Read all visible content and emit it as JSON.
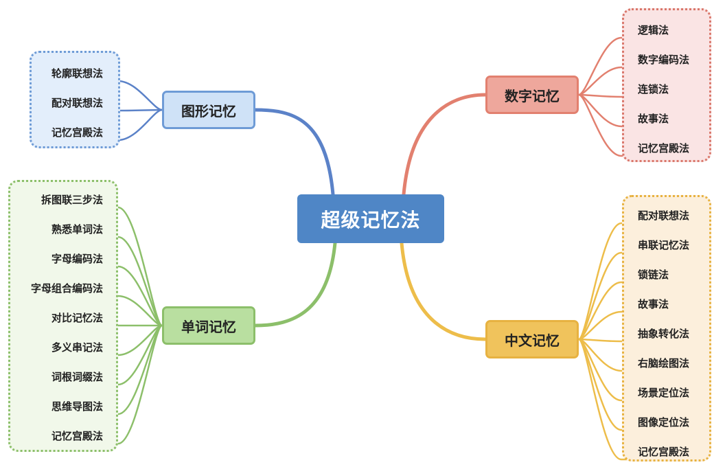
{
  "root": {
    "label": "超级记忆法"
  },
  "colors": {
    "root": "#4f86c6",
    "graphic": {
      "line": "#5b82c8",
      "fill": "#cfe2f7",
      "border": "#6e9bd6",
      "panel": "#e3eefb",
      "panel_border": "#6e9bd6"
    },
    "word": {
      "line": "#8cbf6a",
      "fill": "#b9dfa0",
      "border": "#8cbf6a",
      "panel": "#f1f8ea",
      "panel_border": "#8cbf6a"
    },
    "number": {
      "line": "#e2806f",
      "fill": "#eea79c",
      "border": "#e2806f",
      "panel": "#fae4e4",
      "panel_border": "#d9776b"
    },
    "chinese": {
      "line": "#edbd4a",
      "fill": "#f0c35c",
      "border": "#e7b241",
      "panel": "#fcefdc",
      "panel_border": "#e7b241"
    }
  },
  "branches": [
    {
      "key": "graphic",
      "label": "图形记忆",
      "side": "left",
      "items": [
        "轮廓联想法",
        "配对联想法",
        "记忆宫殿法"
      ]
    },
    {
      "key": "word",
      "label": "单词记忆",
      "side": "left",
      "items": [
        "拆图联三步法",
        "熟悉单词法",
        "字母编码法",
        "字母组合编码法",
        "对比记忆法",
        "多义串记法",
        "词根词缀法",
        "思维导图法",
        "记忆宫殿法"
      ]
    },
    {
      "key": "number",
      "label": "数字记忆",
      "side": "right",
      "items": [
        "逻辑法",
        "数字编码法",
        "连锁法",
        "故事法",
        "记忆宫殿法"
      ]
    },
    {
      "key": "chinese",
      "label": "中文记忆",
      "side": "right",
      "items": [
        "配对联想法",
        "串联记忆法",
        "锁链法",
        "故事法",
        "抽象转化法",
        "右脑绘图法",
        "场景定位法",
        "图像定位法",
        "记忆宫殿法"
      ]
    }
  ]
}
